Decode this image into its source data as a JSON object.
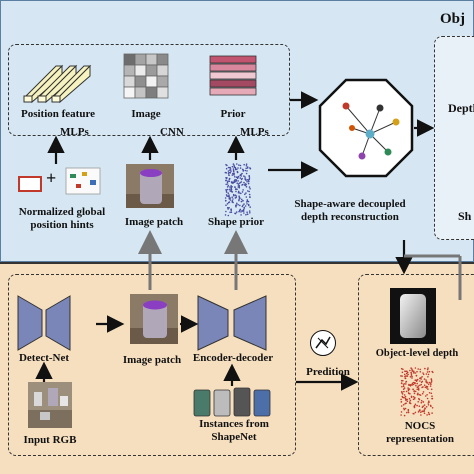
{
  "top_panel": {
    "title_partial": "Obj",
    "right_partial_1": "Depth",
    "right_partial_2": "Sh",
    "features": {
      "position_feature": "Position feature",
      "image": "Image",
      "prior": "Prior",
      "mlps_left": "MLPs",
      "cnn": "CNN",
      "mlps_right": "MLPs"
    },
    "inputs": {
      "hints_line1": "Normalized global",
      "hints_line2": "position hints",
      "image_patch": "Image patch",
      "shape_prior": "Shape prior"
    },
    "reconstruction_line1": "Shape-aware decoupled",
    "reconstruction_line2": "depth reconstruction"
  },
  "bottom_panel": {
    "detect_net": "Detect-Net",
    "image_patch": "Image patch",
    "encoder_decoder": "Encoder-decoder",
    "input_rgb": "Input RGB",
    "instances_line1": "Instances from",
    "instances_line2": "ShapeNet",
    "prediction": "Predition",
    "object_depth": "Object-level depth",
    "nocs_line1": "NOCS",
    "nocs_line2": "representation"
  },
  "colors": {
    "top_bg": "#d6e7f3",
    "bottom_bg": "#f6dfbf",
    "network_fill": "#7a86b8",
    "arrow": "#111111"
  }
}
